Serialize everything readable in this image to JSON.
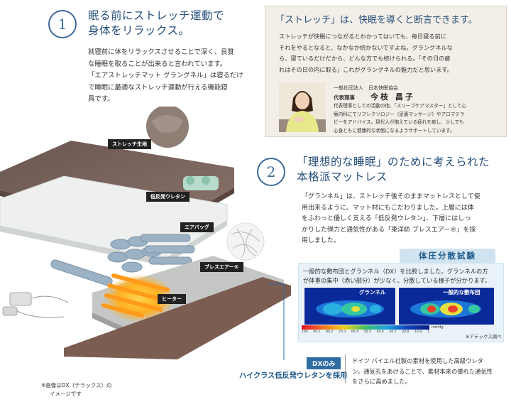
{
  "section1": {
    "number": "1",
    "heading_line1": "眠る前にストレッチ運動で",
    "heading_line2": "身体をリラックス。",
    "body": [
      "就寝前に体をリラックスさせることで深く、良質",
      "な睡眠を取ることが出来ると言われています。",
      "「エアストレッチマット グラングネル」は寝るだけ",
      "で睡眠に最適なストレッチ運動が行える機能寝",
      "具です。"
    ]
  },
  "quote": {
    "title": "「ストレッチ」は、快眠を導くと断言できます。",
    "body": [
      "ストレッチが快眠につながるとわかってはいても、毎日寝る前に",
      "それをやるとなると、なかなか続かないですよね。グラングネルな",
      "ら、寝ているだけだから、どんな方でも続けられる。「その日の疲",
      "れはその日の内に取る」これがグラングネルの魅力だと思います。"
    ],
    "org": "一般社団法人　日本快眠協会",
    "role": "代表理事",
    "name": "今枝 昌子",
    "desc": [
      "代表理事としての活動の他、「スリープケアマスター」として心",
      "療内科にてリフレクソロジー（足裏マッサージ）やアロマテラ",
      "ピーをアドバイス。現代人が抱えている疲れを癒し、少しでも",
      "心身ともに健康的な状態になるようサポートしています。"
    ]
  },
  "section2": {
    "number": "2",
    "heading_line1": "「理想的な睡眠」のために考えられた",
    "heading_line2": "本格派マットレス",
    "body": [
      "「グランネル」は、ストレッチ後そのままマットレスとして使",
      "用出来るように、マット材にもこだわりました。上層には体",
      "をふわっと優しく支える「低反発ウレタン」、下層にはしっ",
      "かりした弾力と通気性がある「東洋紡 ブレスエアー®」を採",
      "用しました。"
    ]
  },
  "pressure_test": {
    "title": "体圧分散試験",
    "body": [
      "一般的な敷布団とグランネル（DX）を比較しました。グランネルの方",
      "が体重の集中（赤い部分）が少なく、分散している様子が分かります。"
    ],
    "label_left": "グランネル",
    "label_right": "一般的な敷布団",
    "scale": [
      "100",
      "90.1",
      "80.2",
      "70.3",
      "60.4",
      "50.5",
      "40.6",
      "30.7",
      "20.8",
      "10.9",
      "1"
    ],
    "unit": "mmHg",
    "source": "※アテックス調べ"
  },
  "tags": {
    "stretch": "ストレッチ生地",
    "urethane": "低反発ウレタン",
    "airbag": "エアバッグ",
    "breathair": "ブレスエアー®",
    "heater": "ヒーター"
  },
  "dx": {
    "tag": "DXのみ",
    "caption": "ハイクラス低反発ウレタンを採用",
    "desc": [
      "ドイツ バイエル社製の素材を使用した高級ウレタ",
      "ン。通気孔をあけることで、素材本来の優れた通気性",
      "をさらに高めました。"
    ]
  },
  "footnote": [
    "※画像はDX（テラックス）の",
    "イメージです"
  ],
  "colors": {
    "heading": "#254e7a",
    "accent": "#2e6da4",
    "quote_bg": "#f3efe8"
  }
}
